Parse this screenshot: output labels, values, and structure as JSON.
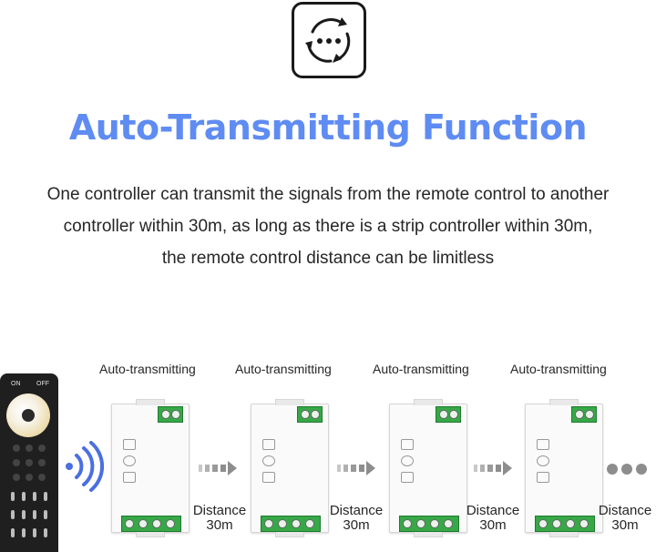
{
  "header": {
    "icon": "relay-circle-icon",
    "title": "Auto-Transmitting Function",
    "description_lines": [
      "One controller can transmit the signals from the remote control to another",
      "controller within 30m, as long as there is a strip controller within 30m,",
      "the remote control distance can be limitless"
    ]
  },
  "remote": {
    "on_label": "ON",
    "off_label": "OFF"
  },
  "chain": {
    "transmit_labels": [
      "Auto-transmitting",
      "Auto-transmitting",
      "Auto-transmitting",
      "Auto-transmitting"
    ],
    "distance_labels": [
      {
        "line1": "Distance",
        "line2": "30m"
      },
      {
        "line1": "Distance",
        "line2": "30m"
      },
      {
        "line1": "Distance",
        "line2": "30m"
      },
      {
        "line1": "Distance",
        "line2": "30m"
      }
    ]
  },
  "colors": {
    "title": "#5f8cf2",
    "signal": "#4a6fe0",
    "arrow": "#8d8d8d",
    "terminal": "#37a847"
  }
}
